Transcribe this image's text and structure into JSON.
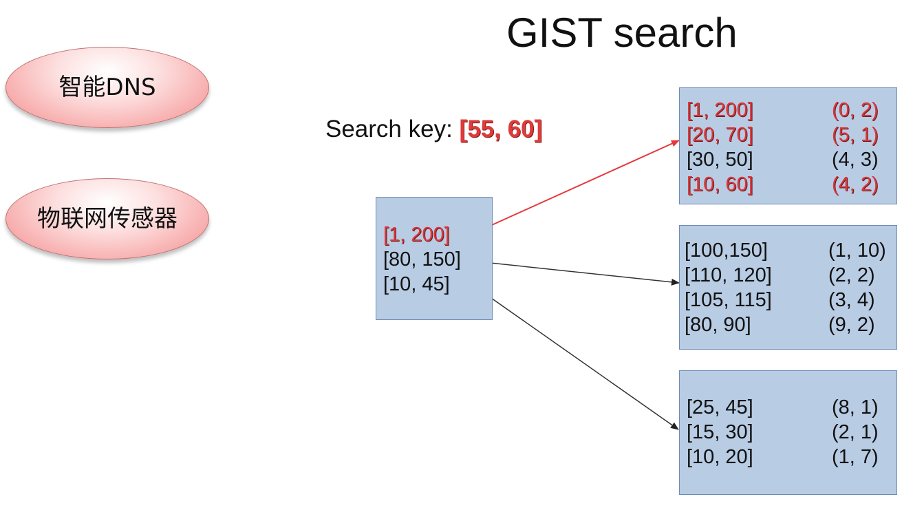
{
  "title": "GIST search",
  "bubbles": [
    {
      "label": "智能DNS"
    },
    {
      "label": "物联网传感器"
    }
  ],
  "search": {
    "label": "Search key: ",
    "value": "[55, 60]"
  },
  "root_node": {
    "entries": [
      {
        "key": "[1, 200]",
        "highlighted": true
      },
      {
        "key": "[80, 150]",
        "highlighted": false
      },
      {
        "key": "[10, 45]",
        "highlighted": false
      }
    ]
  },
  "leaf_nodes": [
    {
      "entries": [
        {
          "key": "[1, 200]",
          "value": "(0, 2)",
          "highlighted": true
        },
        {
          "key": "[20, 70]",
          "value": "(5, 1)",
          "highlighted": true
        },
        {
          "key": "[30, 50]",
          "value": "(4, 3)",
          "highlighted": false
        },
        {
          "key": "[10, 60]",
          "value": "(4, 2)",
          "highlighted": true
        }
      ]
    },
    {
      "entries": [
        {
          "key": "[100,150]",
          "value": "(1, 10)",
          "highlighted": false
        },
        {
          "key": "[110, 120]",
          "value": "(2, 2)",
          "highlighted": false
        },
        {
          "key": "[105, 115]",
          "value": "(3, 4)",
          "highlighted": false
        },
        {
          "key": "[80, 90]",
          "value": "(9, 2)",
          "highlighted": false
        }
      ]
    },
    {
      "entries": [
        {
          "key": "[25, 45]",
          "value": "(8, 1)",
          "highlighted": false
        },
        {
          "key": "[15, 30]",
          "value": "(2, 1)",
          "highlighted": false
        },
        {
          "key": "[10, 20]",
          "value": "(1, 7)",
          "highlighted": false
        }
      ]
    }
  ],
  "colors": {
    "highlight": "#d9363a",
    "edge_default": "#333333",
    "edge_highlight": "#e5383b",
    "node_fill": "#b8cce4",
    "bubble_fill": "#f7a6a6"
  }
}
